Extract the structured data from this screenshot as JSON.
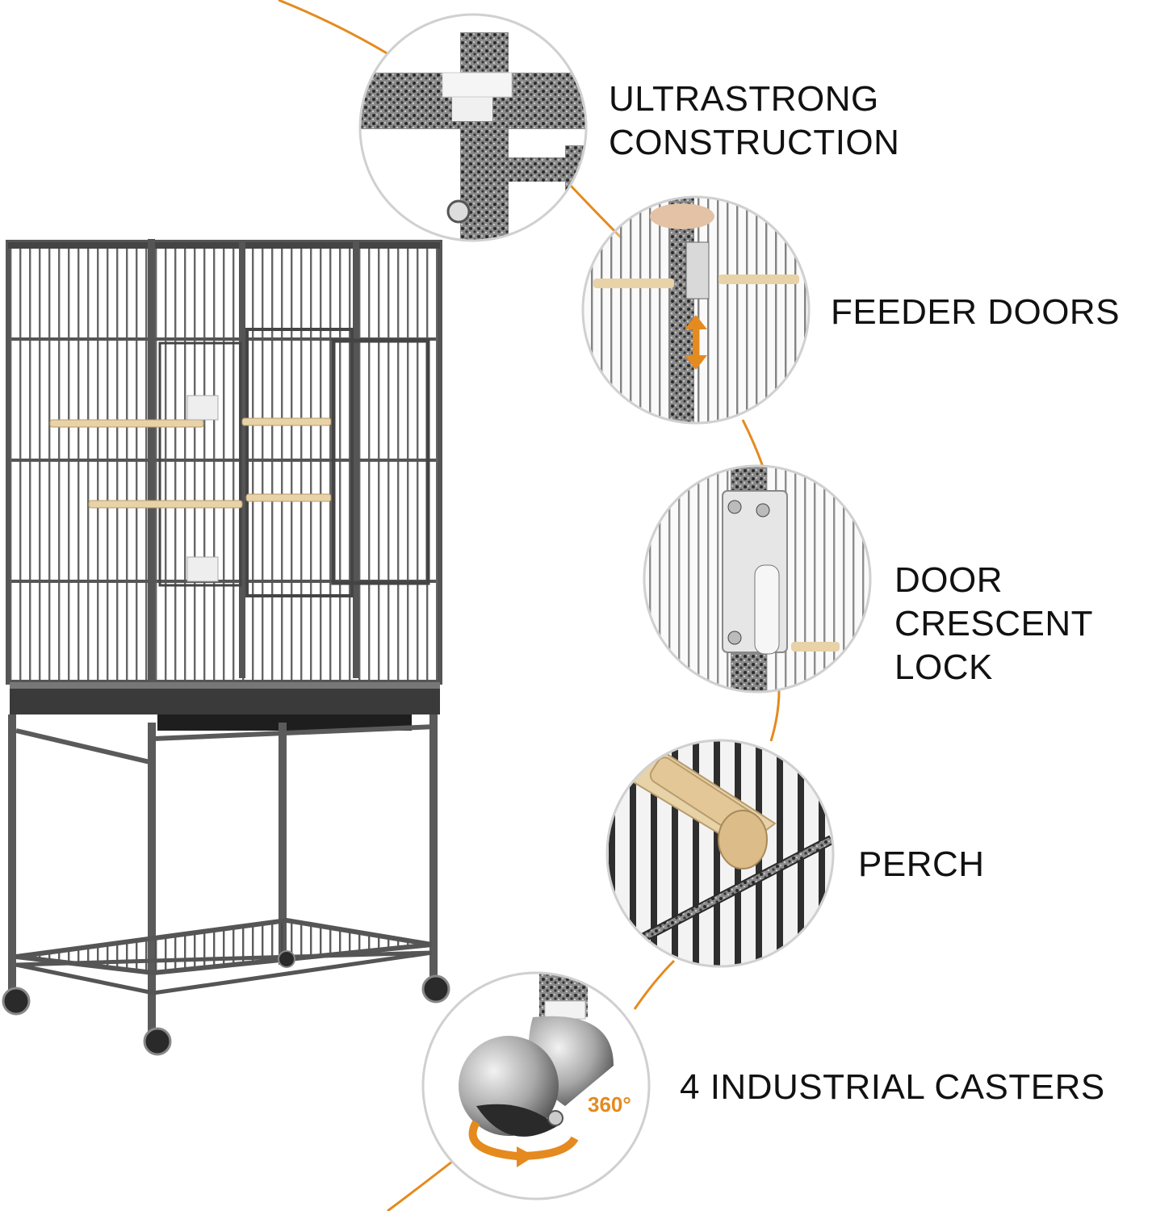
{
  "features": {
    "construction": "ULTRASTRONG CONSTRUCTION",
    "feeder_doors": "FEEDER DOORS",
    "crescent_lock": "DOOR CRESCENT\nLOCK",
    "perch": "PERCH",
    "casters": "4 INDUSTRIAL CASTERS",
    "rotation_badge": "360°"
  },
  "colors": {
    "connector": "#e58a1f",
    "frame": "#5a5a5a",
    "hammertone_dark": "#3a3a3a",
    "wood": "#e8d2a8",
    "background": "#ffffff"
  }
}
